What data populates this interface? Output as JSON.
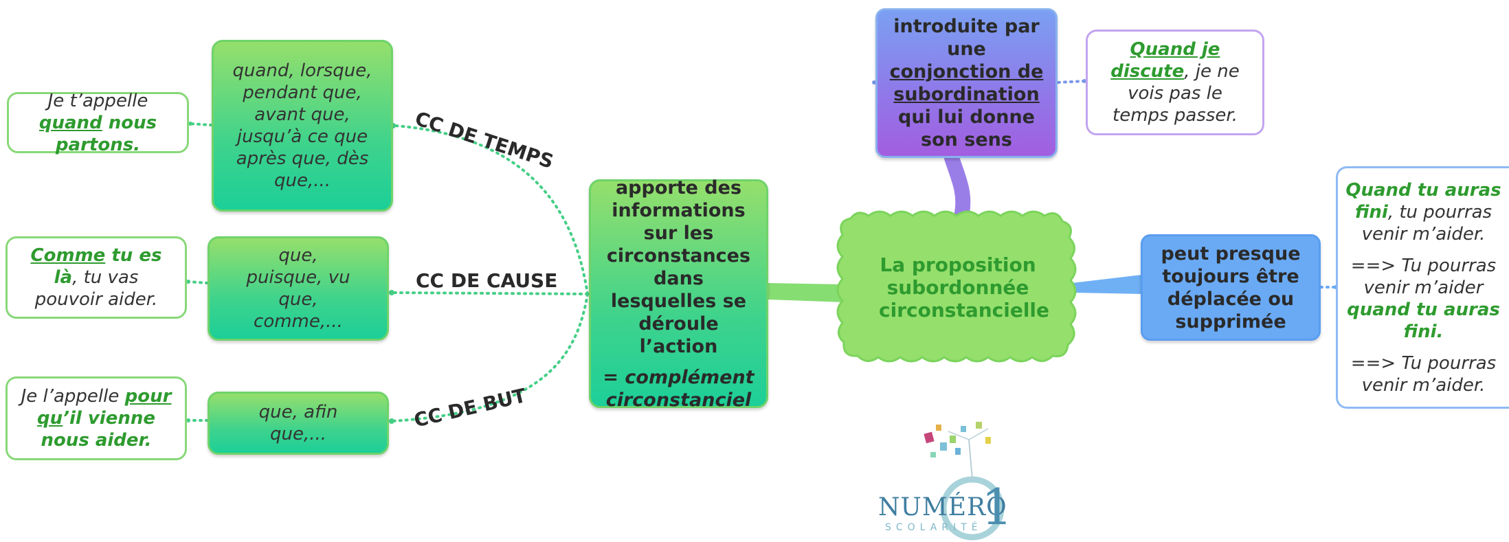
{
  "central": {
    "title": "La proposition subordonnée circonstancielle"
  },
  "role": {
    "text": "apporte des informations sur les circonstances dans lesquelles se déroule l’action",
    "equals": "= complément circonstanciel"
  },
  "intro": {
    "line1": "introduite par une",
    "underlined": "conjonction de subordination",
    "line2": "qui lui donne son sens"
  },
  "intro_example": {
    "bold_part": "Quand je discute",
    "rest": ", je ne vois pas le temps passer."
  },
  "movable": {
    "text": "peut presque toujours être déplacée ou supprimée"
  },
  "movable_example": {
    "p1_bold": "Quand tu auras fini",
    "p1_rest": ", tu pourras venir m’aider.",
    "p2_plain": "==> Tu pourras venir m’aider ",
    "p2_bold": "quand tu auras fini.",
    "p3_plain": "==> Tu pourras venir m’aider."
  },
  "branches": [
    {
      "label": "CC DE TEMPS",
      "conjunctions": "quand, lorsque, pendant que, avant que, jusqu’à ce que après que, dès que,...",
      "example_pre": "Je t’appelle ",
      "example_link": "quand",
      "example_post": " nous partons."
    },
    {
      "label": "CC DE CAUSE",
      "conjunctions": "que, puisque, vu que, comme,...",
      "example_link": "Comme",
      "example_bold": " tu es là",
      "example_post": ", tu vas pouvoir aider."
    },
    {
      "label": "CC DE BUT",
      "conjunctions": "que, afin que,...",
      "example_pre": "Je l’appelle ",
      "example_link": "pour qu",
      "example_bold": "’il vienne nous aider."
    }
  ],
  "logo": {
    "name": "NUMÉRO",
    "digit": "1",
    "tagline": "SCOLARITÉ"
  },
  "colors": {
    "green_node": "#3fd38c",
    "purple_node": "#9a66e4",
    "blue_node": "#6aaaf5",
    "central_node": "#95df6c",
    "accent_green_text": "#2e9b2f"
  }
}
